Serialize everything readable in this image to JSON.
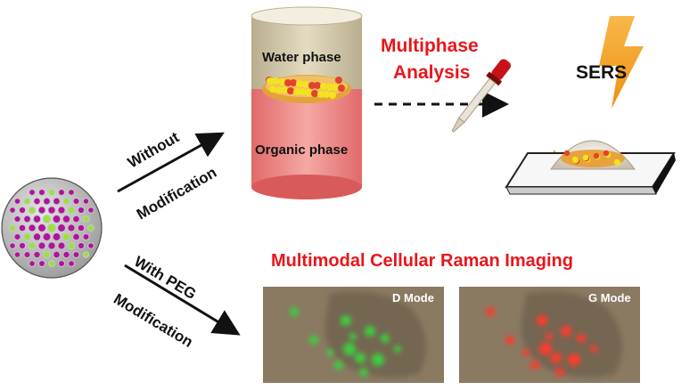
{
  "labels": {
    "water_phase": "Water phase",
    "organic_phase": "Organic phase",
    "multiphase_line1": "Multiphase",
    "multiphase_line2": "Analysis",
    "sers": "SERS",
    "without_line1": "Without",
    "without_line2": "Modification",
    "withpeg_line1": "With PEG",
    "withpeg_line2": "Modification",
    "imaging_title": "Multimodal Cellular Raman Imaging",
    "d_mode": "D Mode",
    "g_mode": "G Mode"
  },
  "colors": {
    "accent_red": "#e8161b",
    "water": "#d9cfb0",
    "organic": "#f08c8c",
    "nanoparticle_magenta": "#b0139d",
    "nanoparticle_green": "#9be040",
    "sers_bolt": "#f4a21c",
    "cell_background": "#8a7a62",
    "d_mode_signal": "#3ccf3c",
    "g_mode_signal": "#ff3a2a"
  },
  "icons": {
    "nanocage": "nanoparticle-cage-icon",
    "vial": "two-phase-vial-icon",
    "dropper": "pipette-icon",
    "slide": "glass-slide-icon",
    "bolt": "laser-bolt-icon"
  }
}
